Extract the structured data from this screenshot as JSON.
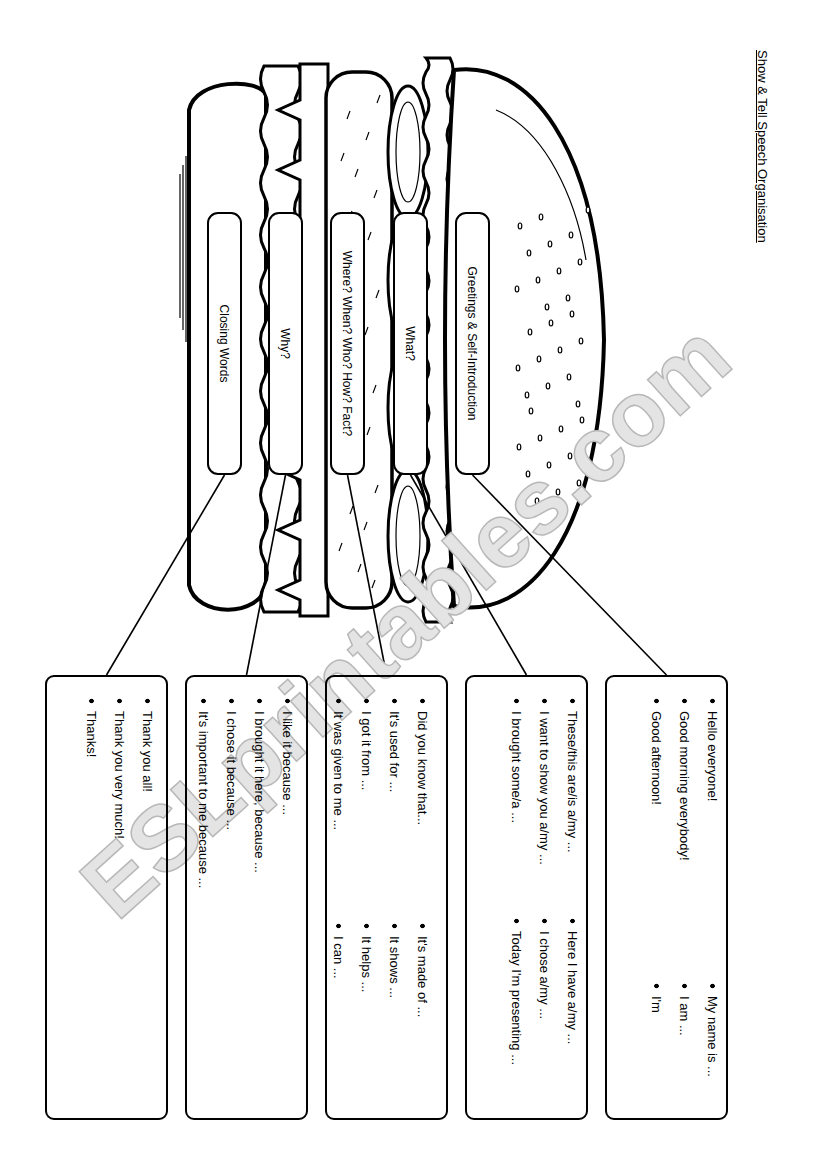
{
  "diagram": {
    "title": "Show & Tell Speech Organisation",
    "nodes": [
      {
        "text": [
          "Greetings & Self-Introduction"
        ]
      },
      {
        "text": [
          "What?"
        ]
      },
      {
        "text": [
          "Where? When? Who? How? Fact?"
        ]
      },
      {
        "text": [
          "Why?"
        ]
      },
      {
        "text": [
          "Closing Words"
        ]
      },
      {
        "text": [
          "Hello everyone!",
          "Good morning everybody!",
          "Good afternoon!",
          "My name is ...",
          "I am ...",
          "I'm"
        ]
      },
      {
        "text": [
          "These/this are/is a/my ...",
          "I want to show you a/my ...",
          "I brought some/a ...",
          "Here I have a/my ...",
          "I chose a/my ...",
          "Today I'm presenting ..."
        ]
      },
      {
        "text": [
          "Did you know that...",
          "It's used for ...",
          "I got it from ...",
          "It was given to me ...",
          "It's made of ...",
          "It shows ...",
          "It helps ...",
          "I can ..."
        ]
      },
      {
        "text": [
          "I like it because ...",
          "I brought it here, because ...",
          "I chose it because ...",
          "It's important to me because ..."
        ]
      },
      {
        "text": [
          "Thank you all!",
          "Thank you very much!",
          "Thanks!"
        ]
      }
    ],
    "edges": [
      {
        "from": 0,
        "to": 5,
        "arrow": "none"
      },
      {
        "from": 1,
        "to": 6,
        "arrow": "none"
      },
      {
        "from": 2,
        "to": 7,
        "arrow": "none"
      },
      {
        "from": 3,
        "to": 8,
        "arrow": "none"
      },
      {
        "from": 4,
        "to": 9,
        "arrow": "none"
      }
    ],
    "labels": [
      "ESLprintables.com"
    ]
  }
}
